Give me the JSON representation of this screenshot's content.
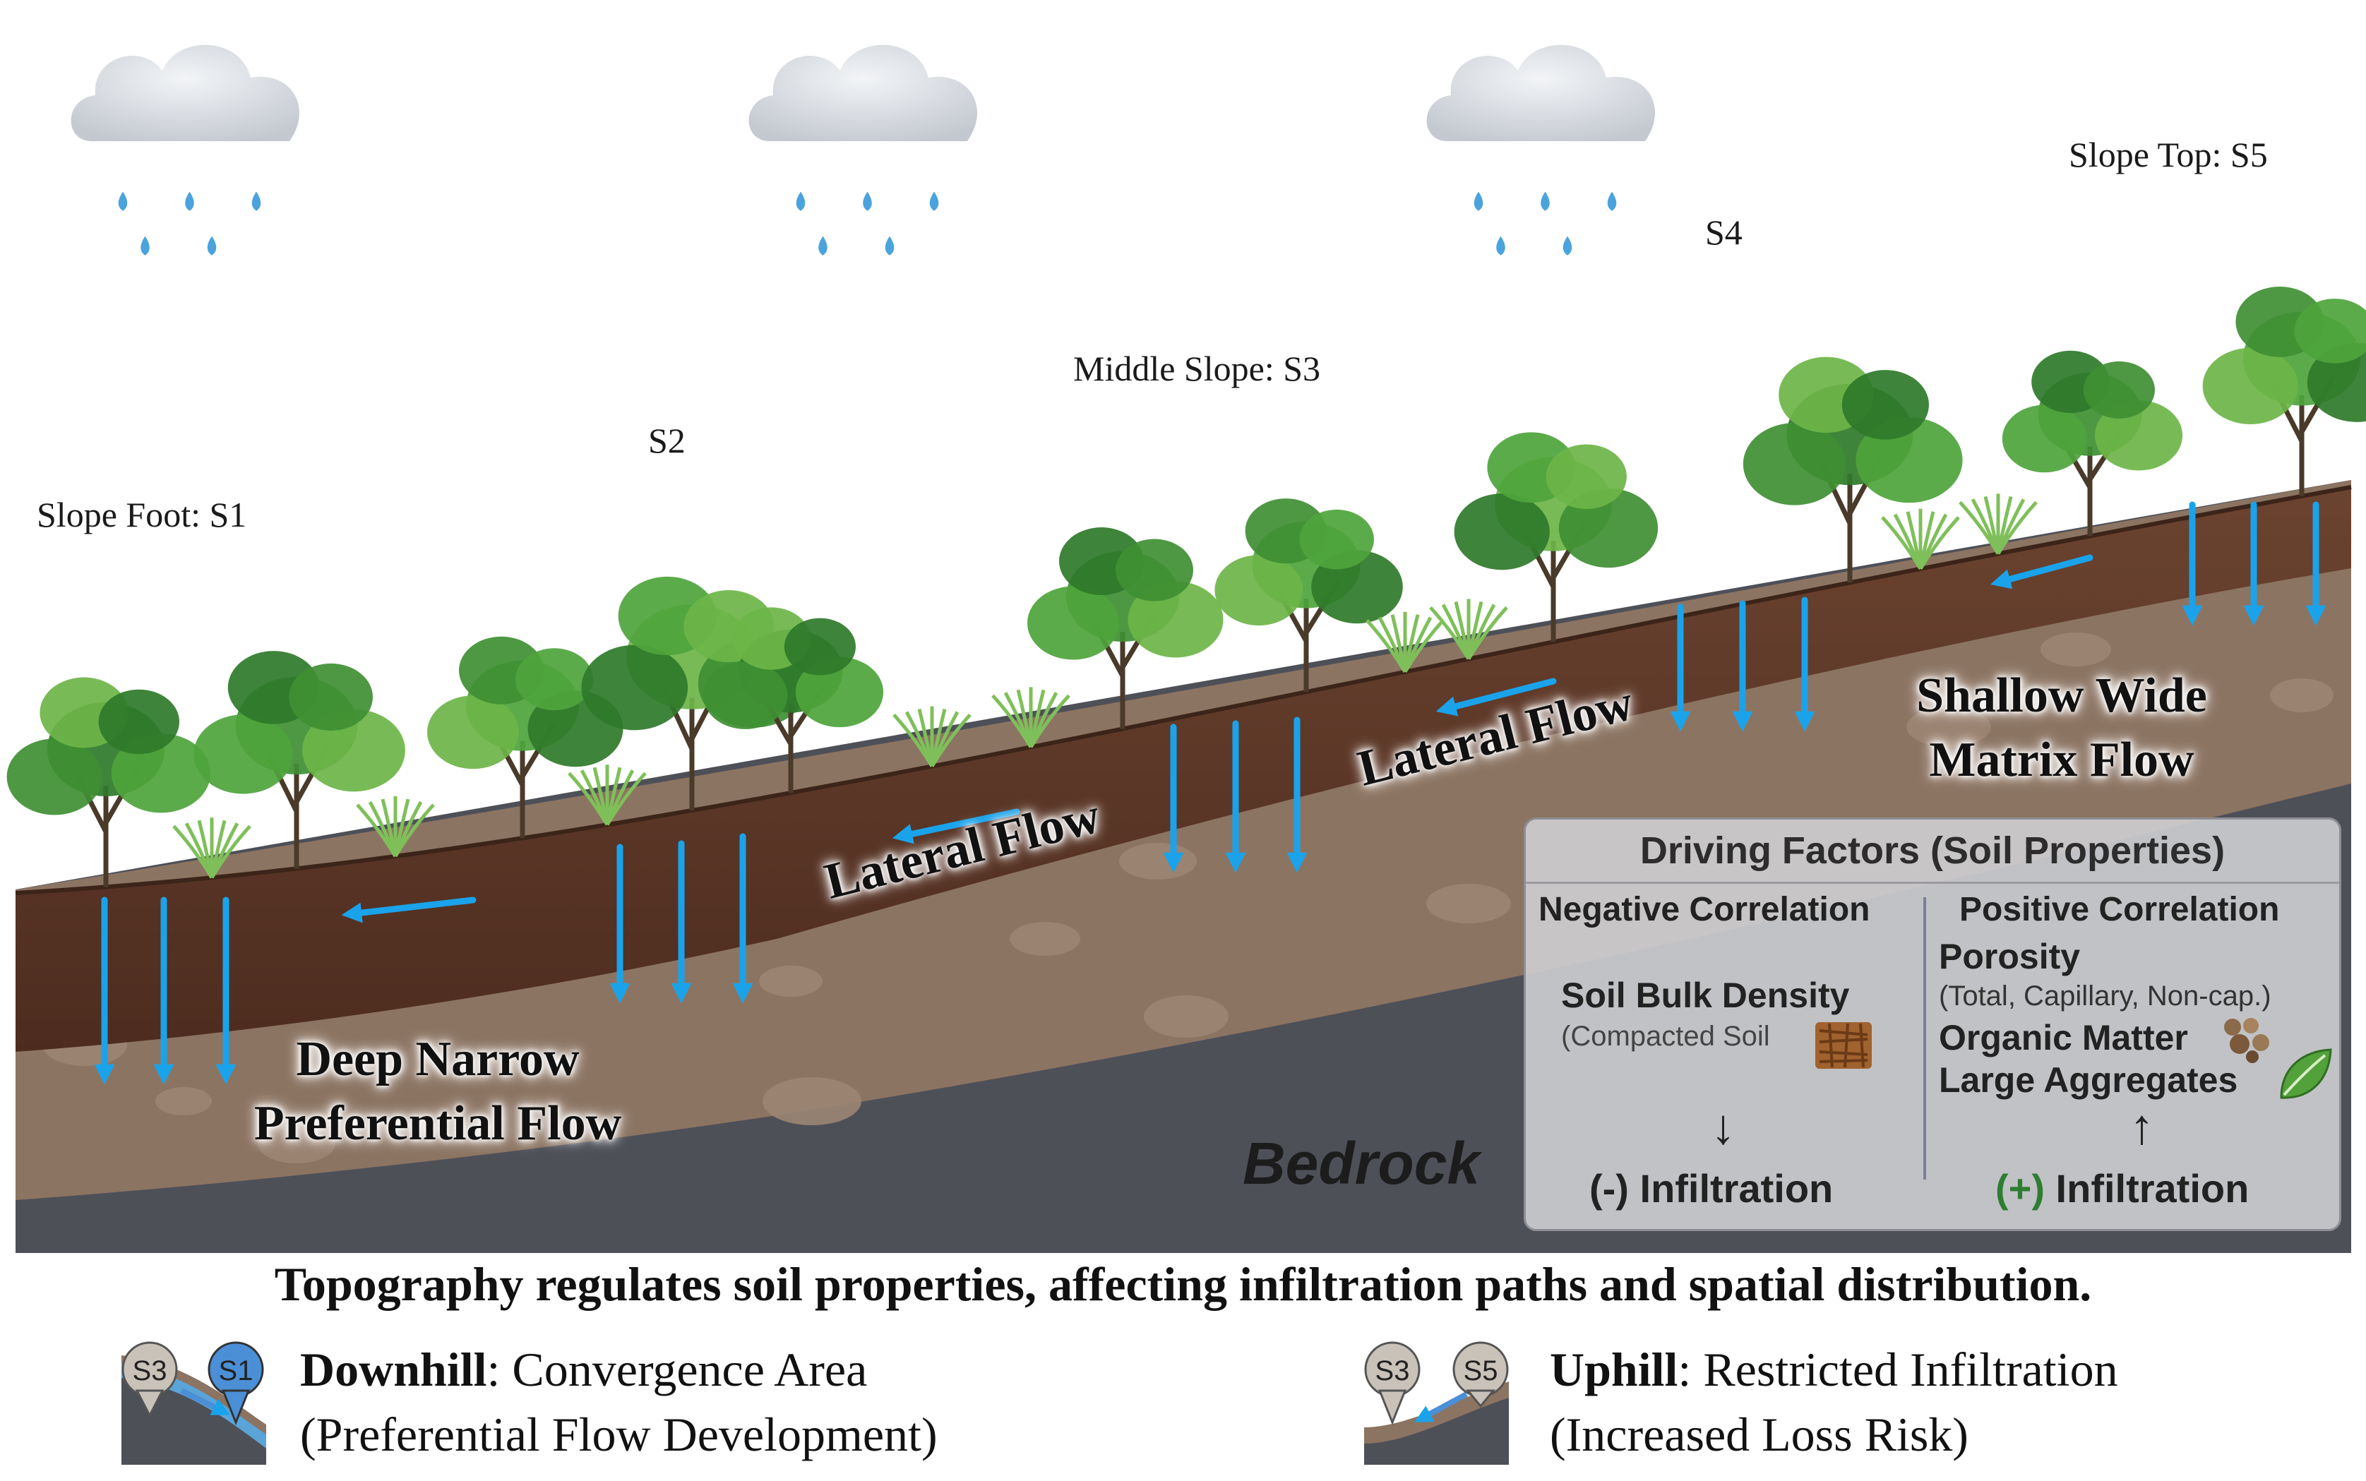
{
  "slope_labels": {
    "s1": "Slope Foot: S1",
    "s2": "S2",
    "s3": "Middle Slope: S3",
    "s4": "S4",
    "s5": "Slope Top: S5"
  },
  "flow_labels": {
    "lateral_lower": "Lateral Flow",
    "lateral_upper": "Lateral Flow",
    "deep_line1": "Deep Narrow",
    "deep_line2": "Preferential Flow",
    "shallow_line1": "Shallow Wide",
    "shallow_line2": "Matrix Flow"
  },
  "bedrock_label": "Bedrock",
  "factors": {
    "title": "Driving Factors (Soil Properties)",
    "negative": {
      "heading": "Negative Correlation",
      "item": "Soil Bulk Density",
      "item_note": "(Compacted Soil",
      "arrow": "↓",
      "effect": "(-) Infiltration"
    },
    "positive": {
      "heading": "Positive Correlation",
      "item1": "Porosity",
      "item1_note": "(Total, Capillary, Non-cap.)",
      "item2": "Organic Matter",
      "item3": "Large Aggregates",
      "arrow": "↑",
      "effect_sign": "(+)",
      "effect": " Infiltration",
      "effect_sign_color": "#2e7d32"
    }
  },
  "caption": "Topography regulates soil properties, affecting infiltration paths and spatial distribution.",
  "legend": {
    "downhill": {
      "pin_a": "S3",
      "pin_b": "S1",
      "title": "Downhill",
      "rest_line1": ": Convergence Area",
      "line2": "(Preferential Flow Development)"
    },
    "uphill": {
      "pin_a": "S3",
      "pin_b": "S5",
      "title": "Uphill",
      "rest_line1": ": Restricted Infiltration",
      "line2": "(Increased Loss Risk)"
    }
  },
  "colors": {
    "topsoil": "#5a3425",
    "subsoil": "#8c7462",
    "bedrock": "#4e5058",
    "flow_arrow": "#1aa3ea",
    "pin_blue": "#4b8fd6",
    "pin_gray": "#c9c2b8"
  },
  "icons": [
    "rain-cloud-icon",
    "tree-icon",
    "grass-icon",
    "compacted-soil-icon",
    "aggregates-icon",
    "leaf-icon",
    "map-pin-icon"
  ]
}
